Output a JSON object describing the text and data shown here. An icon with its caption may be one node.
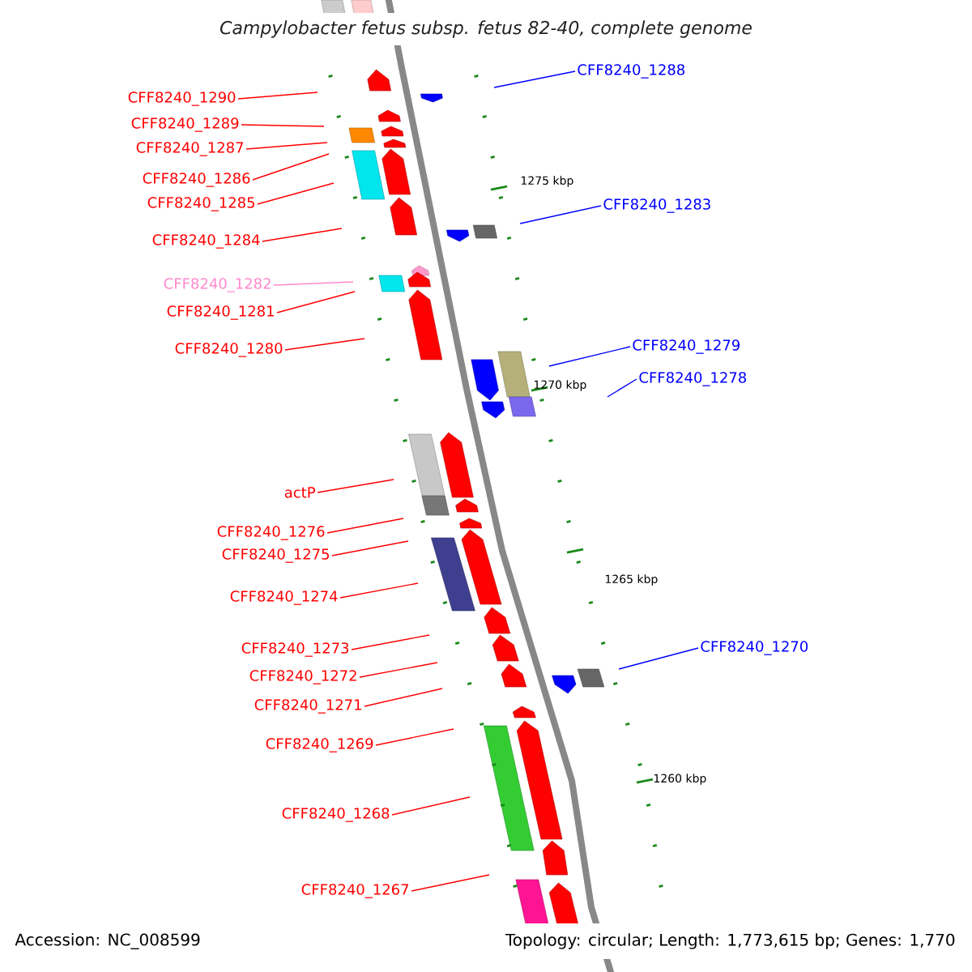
{
  "diagram": {
    "title": "Campylobacter fetus subsp. fetus 82-40, complete genome",
    "nodes": [
      {
        "text": [
          "CFF8240_1288"
        ]
      },
      {
        "text": [
          "CFF8240_1290"
        ]
      },
      {
        "text": [
          "CFF8240_1289"
        ]
      },
      {
        "text": [
          "CFF8240_1287"
        ]
      },
      {
        "text": [
          "CFF8240_1286"
        ]
      },
      {
        "text": [
          "CFF8240_1285"
        ]
      },
      {
        "text": [
          "CFF8240_1283"
        ]
      },
      {
        "text": [
          "CFF8240_1284"
        ]
      },
      {
        "text": [
          "CFF8240_1282"
        ]
      },
      {
        "text": [
          "CFF8240_1281"
        ]
      },
      {
        "text": [
          "CFF8240_1279"
        ]
      },
      {
        "text": [
          "CFF8240_1280"
        ]
      },
      {
        "text": [
          "CFF8240_1278"
        ]
      },
      {
        "text": [
          "actP"
        ]
      },
      {
        "text": [
          "CFF8240_1276"
        ]
      },
      {
        "text": [
          "CFF8240_1275"
        ]
      },
      {
        "text": [
          "CFF8240_1274"
        ]
      },
      {
        "text": [
          "CFF8240_1270"
        ]
      },
      {
        "text": [
          "CFF8240_1273"
        ]
      },
      {
        "text": [
          "CFF8240_1272"
        ]
      },
      {
        "text": [
          "CFF8240_1271"
        ]
      },
      {
        "text": [
          "CFF8240_1269"
        ]
      },
      {
        "text": [
          "CFF8240_1268"
        ]
      },
      {
        "text": [
          "CFF8240_1267"
        ]
      }
    ],
    "edges": [
      {
        "from": 0,
        "to": null,
        "arrow": "none",
        "color": "#0000ff"
      },
      {
        "from": 1,
        "to": null,
        "arrow": "none"
      },
      {
        "from": 2,
        "to": null,
        "arrow": "none"
      },
      {
        "from": 3,
        "to": null,
        "arrow": "none"
      },
      {
        "from": 4,
        "to": null,
        "arrow": "none"
      },
      {
        "from": 5,
        "to": null,
        "arrow": "none"
      },
      {
        "from": 6,
        "to": null,
        "arrow": "none",
        "color": "#0000ff"
      },
      {
        "from": 7,
        "to": null,
        "arrow": "none"
      },
      {
        "from": 8,
        "to": null,
        "arrow": "none",
        "color": "#ff88cc"
      },
      {
        "from": 9,
        "to": null,
        "arrow": "none"
      },
      {
        "from": 10,
        "to": null,
        "arrow": "none",
        "color": "#0000ff"
      },
      {
        "from": 11,
        "to": null,
        "arrow": "none"
      },
      {
        "from": 12,
        "to": null,
        "arrow": "none",
        "color": "#0000ff"
      },
      {
        "from": 13,
        "to": null,
        "arrow": "none"
      },
      {
        "from": 14,
        "to": null,
        "arrow": "none"
      },
      {
        "from": 15,
        "to": null,
        "arrow": "none"
      },
      {
        "from": 16,
        "to": null,
        "arrow": "none"
      },
      {
        "from": 17,
        "to": null,
        "arrow": "none",
        "color": "#0000ff"
      },
      {
        "from": 18,
        "to": null,
        "arrow": "none"
      },
      {
        "from": 19,
        "to": null,
        "arrow": "none"
      },
      {
        "from": 20,
        "to": null,
        "arrow": "none"
      },
      {
        "from": 21,
        "to": null,
        "arrow": "none"
      },
      {
        "from": 22,
        "to": null,
        "arrow": "none"
      },
      {
        "from": 23,
        "to": null,
        "arrow": "none"
      }
    ],
    "labels": [
      "1275 kbp",
      "1270 kbp",
      "1265 kbp",
      "1260 kbp",
      "Accession: NC_008599",
      "Topology: circular; Length: 1,773,615 bp; Genes: 1,770"
    ]
  }
}
